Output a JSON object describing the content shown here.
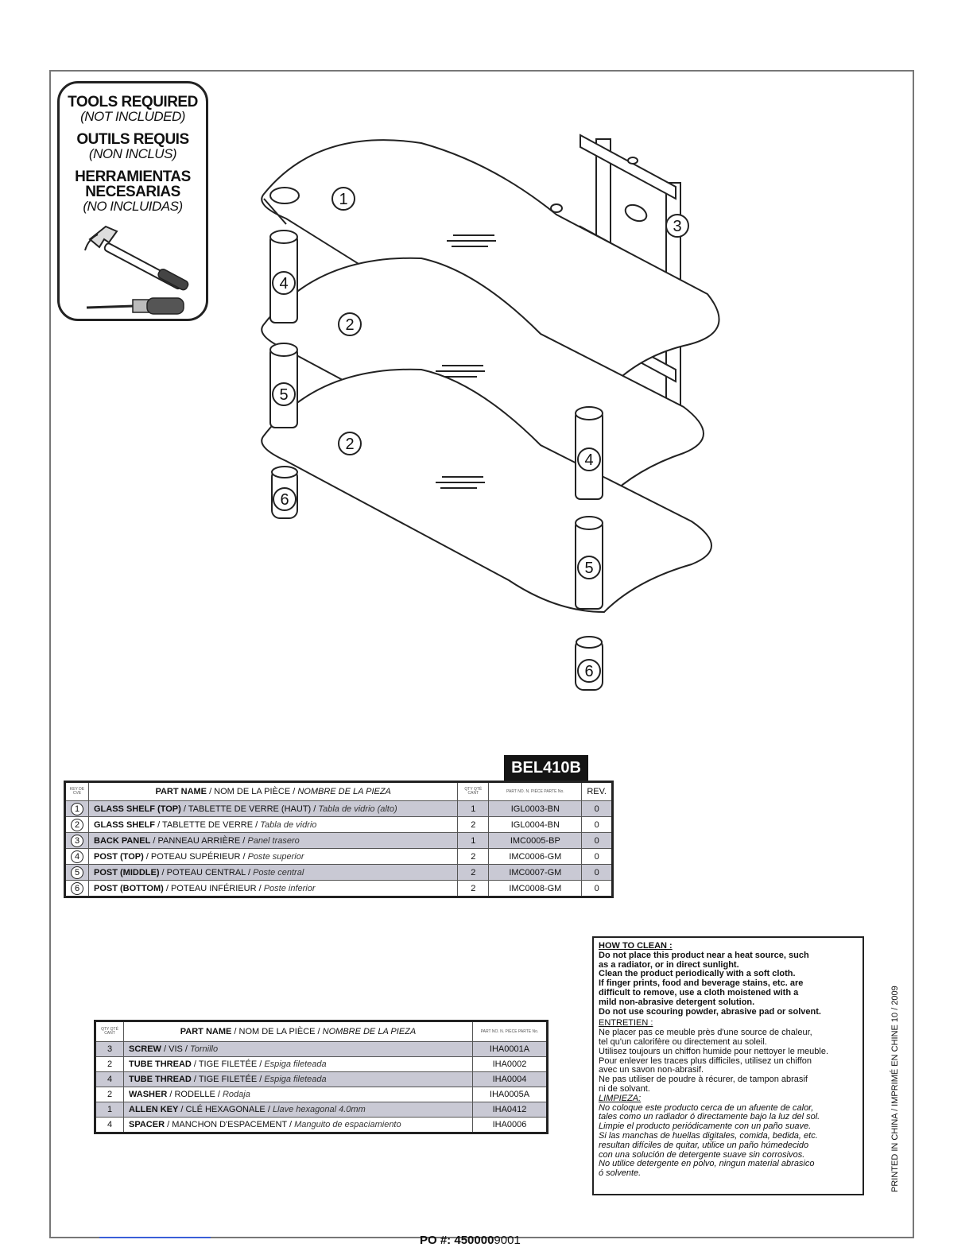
{
  "tools": {
    "en_title": "TOOLS REQUIRED",
    "en_sub": "(NOT INCLUDED)",
    "fr_title": "OUTILS REQUIS",
    "fr_sub": "(NON INCLUS)",
    "es_title1": "HERRAMIENTAS",
    "es_title2": "NECESARIAS",
    "es_sub": "(NO INCLUIDAS)",
    "icons": [
      "hammer-icon",
      "screwdriver-icon"
    ]
  },
  "diagram": {
    "callouts": [
      "1",
      "2",
      "2",
      "3",
      "4",
      "4",
      "5",
      "5",
      "6",
      "6"
    ]
  },
  "model": "BEL410B",
  "parts_table": {
    "header": {
      "key_tiny": "KEY DE CVE",
      "name_bold": "PART NAME",
      "name_rest": " / NOM DE LA PIÈCE / ",
      "name_italic": "NOMBRE DE LA PIEZA",
      "qty_tiny": "QTY QTÉ CANT",
      "pn_tiny": "PART NO. N. PIÈCE PARTE No.",
      "rev": "REV."
    },
    "rows": [
      {
        "key": "1",
        "bold": "GLASS SHELF (TOP)",
        "rest": " / TABLETTE DE VERRE (HAUT) / ",
        "italic": "Tabla de vidrio (alto)",
        "qty": "1",
        "pn": "IGL0003-BN",
        "rev": "0"
      },
      {
        "key": "2",
        "bold": "GLASS SHELF",
        "rest": " / TABLETTE DE VERRE / ",
        "italic": "Tabla de vidrio",
        "qty": "2",
        "pn": "IGL0004-BN",
        "rev": "0"
      },
      {
        "key": "3",
        "bold": "BACK PANEL",
        "rest": " / PANNEAU ARRIÈRE / ",
        "italic": "Panel trasero",
        "qty": "1",
        "pn": "IMC0005-BP",
        "rev": "0"
      },
      {
        "key": "4",
        "bold": "POST (TOP)",
        "rest": " / POTEAU SUPÉRIEUR / ",
        "italic": "Poste superior",
        "qty": "2",
        "pn": "IMC0006-GM",
        "rev": "0"
      },
      {
        "key": "5",
        "bold": "POST (MIDDLE)",
        "rest": " / POTEAU CENTRAL / ",
        "italic": "Poste central",
        "qty": "2",
        "pn": "IMC0007-GM",
        "rev": "0"
      },
      {
        "key": "6",
        "bold": "POST (BOTTOM)",
        "rest": " / POTEAU INFÉRIEUR / ",
        "italic": "Poste inferior",
        "qty": "2",
        "pn": "IMC0008-GM",
        "rev": "0"
      }
    ]
  },
  "hardware_table": {
    "header": {
      "qty_tiny": "QTY QTÉ CANT",
      "name_bold": "PART NAME",
      "name_rest": " / NOM DE LA PIÈCE / ",
      "name_italic": "NOMBRE DE LA PIEZA",
      "pn_tiny": "PART NO. N. PIÈCE PARTE No."
    },
    "rows": [
      {
        "qty": "3",
        "bold": "SCREW",
        "rest": " / VIS / ",
        "italic": "Tornillo",
        "pn": "IHA0001A"
      },
      {
        "qty": "2",
        "bold": "TUBE THREAD",
        "rest": " / TIGE FILETÉE / ",
        "italic": "Espiga fileteada",
        "pn": "IHA0002"
      },
      {
        "qty": "4",
        "bold": "TUBE THREAD",
        "rest": " / TIGE FILETÉE / ",
        "italic": "Espiga fileteada",
        "pn": "IHA0004"
      },
      {
        "qty": "2",
        "bold": "WASHER",
        "rest": " / RODELLE / ",
        "italic": "Rodaja",
        "pn": "IHA0005A"
      },
      {
        "qty": "1",
        "bold": "ALLEN KEY",
        "rest": " / CLÉ HEXAGONALE / ",
        "italic": "Llave hexagonal    4.0mm",
        "pn": "IHA0412"
      },
      {
        "qty": "4",
        "bold": "SPACER",
        "rest": " / MANCHON D'ESPACEMENT / ",
        "italic": "Manguito de espaciamiento",
        "pn": "IHA0006"
      }
    ]
  },
  "cleaning": {
    "en_heading": "HOW TO CLEAN :",
    "en_lines": [
      "Do not place this product near a heat source, such",
      "as a radiator, or in direct sunlight.",
      "Clean the product periodically with a soft cloth.",
      "If finger prints, food and beverage stains, etc. are",
      "difficult to remove, use a cloth moistened with a",
      "mild non-abrasive detergent solution.",
      "Do not use scouring powder, abrasive pad or solvent."
    ],
    "fr_heading": "ENTRETIEN :",
    "fr_lines": [
      "Ne placer pas ce meuble près d'une source de chaleur,",
      "tel qu'un calorifère ou directement au soleil.",
      "Utilisez toujours un chiffon humide pour nettoyer le meuble.",
      "Pour enlever les traces plus difficiles, utilisez un chiffon",
      "avec un savon non-abrasif.",
      "Ne pas utiliser de poudre à récurer, de tampon abrasif",
      "ni de solvant."
    ],
    "es_heading": "LIMPIEZA:",
    "es_lines": [
      "No coloque este producto cerca de un afuente de calor,",
      "tales como un radiador ó directamente bajo la luz del sol.",
      "Limpie el producto periódicamente con un paño suave.",
      "Si las manchas de huellas digitales, comida, bedida, etc.",
      "resultan difíciles de quitar, utilice un paño húmedecido",
      "con una solución de detergente suave sin corrosivos.",
      "No utilice detergente en polvo, ningun material abrasico",
      "ó solvente."
    ]
  },
  "printed_in": "PRINTED IN CHINA / IMPRIMÉ EN CHINE 10 / 2009",
  "po": {
    "label": "PO #:",
    "number_bold": "450000",
    "number_rest": "9001"
  }
}
